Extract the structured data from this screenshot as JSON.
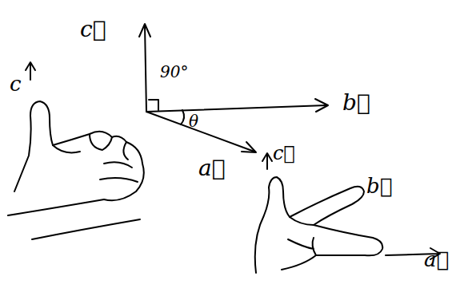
{
  "diagram": {
    "labels": [
      "c⃗",
      "90°",
      "c",
      "b⃗",
      "θ",
      "a⃗",
      "c⃗",
      "b⃗",
      "a⃗"
    ]
  }
}
